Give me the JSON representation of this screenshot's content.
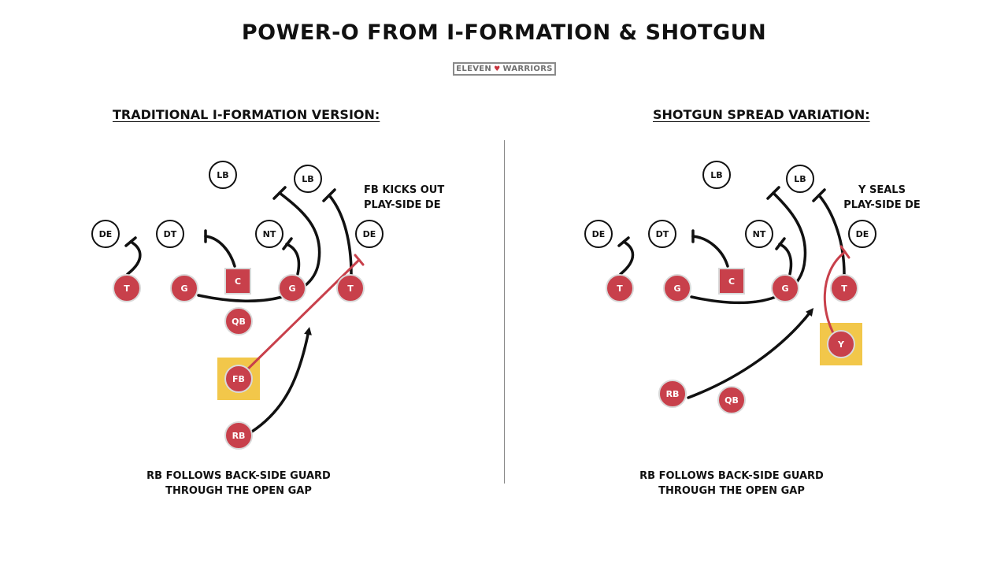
{
  "title": "POWER-O FROM I-FORMATION & SHOTGUN",
  "logo": {
    "left": "ELEVEN",
    "right": "WARRIORS"
  },
  "colors": {
    "offense": "#c8404b",
    "highlight": "#f2c74a",
    "kickout_line": "#c8404b",
    "ink": "#111111"
  },
  "left": {
    "heading": "TRADITIONAL I-FORMATION VERSION:",
    "defense": [
      "LB",
      "LB",
      "DE",
      "DT",
      "NT",
      "DE"
    ],
    "offense": [
      "T",
      "G",
      "C",
      "G",
      "T",
      "QB",
      "FB",
      "RB"
    ],
    "callout": [
      "FB KICKS OUT",
      "PLAY-SIDE DE"
    ],
    "caption": [
      "RB FOLLOWS BACK-SIDE GUARD",
      "THROUGH THE OPEN GAP"
    ]
  },
  "right": {
    "heading": "SHOTGUN SPREAD VARIATION:",
    "defense": [
      "LB",
      "LB",
      "DE",
      "DT",
      "NT",
      "DE"
    ],
    "offense": [
      "T",
      "G",
      "C",
      "G",
      "T",
      "Y",
      "RB",
      "QB"
    ],
    "callout": [
      "Y SEALS",
      "PLAY-SIDE DE"
    ],
    "caption": [
      "RB FOLLOWS BACK-SIDE GUARD",
      "THROUGH THE OPEN GAP"
    ]
  }
}
